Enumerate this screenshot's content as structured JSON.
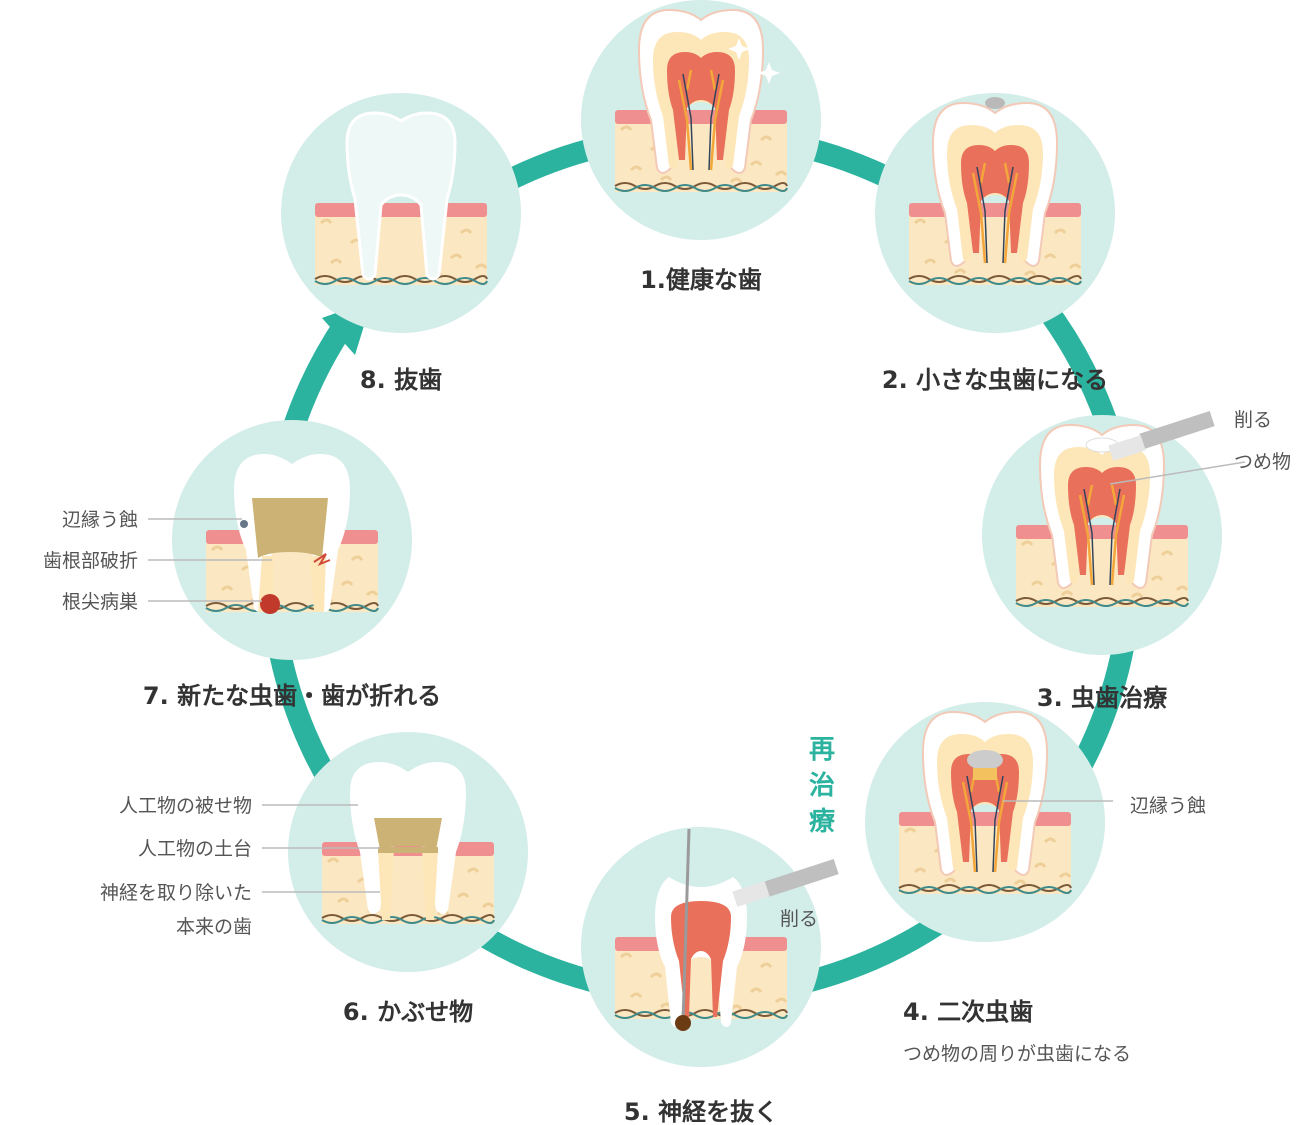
{
  "colors": {
    "accent": "#2bb39f",
    "circle": "#d3ede9",
    "gum": "#ef8f8f",
    "bone": "#fbe8c2",
    "enamel": "#ffffff",
    "dentin": "#fde6b8",
    "pulp": "#e9705a",
    "nerve": "#f3a73a",
    "prosthesis": "#cdb276"
  },
  "stages": {
    "s1": {
      "title": "1.健康な歯"
    },
    "s2": {
      "title": "2. 小さな虫歯になる"
    },
    "s3": {
      "title": "3. 虫歯治療",
      "labels": [
        "削る",
        "つめ物"
      ]
    },
    "s4": {
      "title": "4. 二次虫歯",
      "subtitle": "つめ物の周りが虫歯になる",
      "labels": [
        "辺縁う蝕"
      ]
    },
    "s5": {
      "title": "5. 神経を抜く",
      "labels": [
        "削る"
      ]
    },
    "s6": {
      "title": "6. かぶせ物",
      "labels": [
        "人工物の被せ物",
        "人工物の土台",
        "神経を取り除いた",
        "本来の歯"
      ]
    },
    "s7": {
      "title": "7. 新たな虫歯・歯が折れる",
      "labels": [
        "辺縁う蝕",
        "歯根部破折",
        "根尖病巣"
      ]
    },
    "s8": {
      "title": "8. 抜歯"
    }
  },
  "retreatment": {
    "chars": [
      "再",
      "治",
      "療"
    ]
  }
}
